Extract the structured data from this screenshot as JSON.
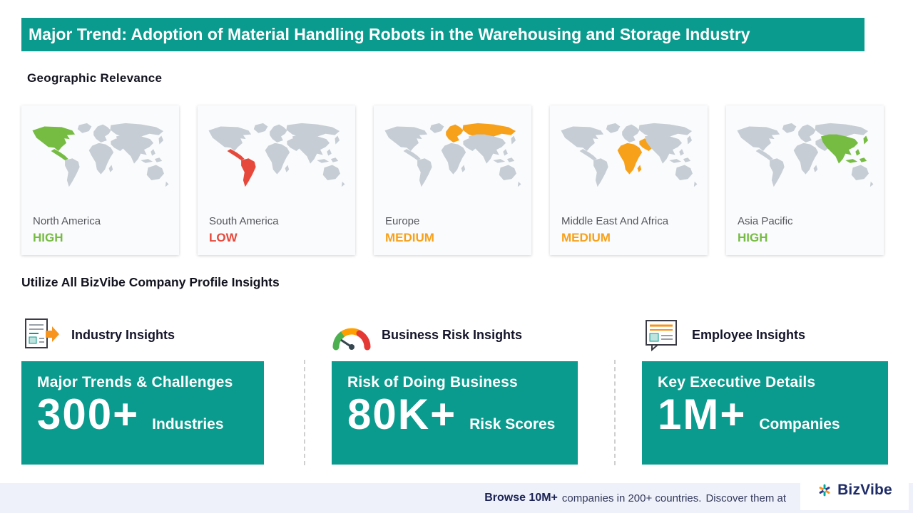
{
  "banner": {
    "title": "Major Trend: Adoption of Material Handling Robots in the Warehousing and Storage Industry"
  },
  "geographic": {
    "heading": "Geographic Relevance",
    "regions": [
      {
        "name": "North America",
        "level": "HIGH",
        "color": "#76bc43",
        "highlight": [
          "northamerica",
          "centralamerica"
        ]
      },
      {
        "name": "South America",
        "level": "LOW",
        "color": "#e6493c",
        "highlight": [
          "centralamerica",
          "southamerica"
        ]
      },
      {
        "name": "Europe",
        "level": "MEDIUM",
        "color": "#f7a11b",
        "highlight": [
          "europe",
          "russia"
        ]
      },
      {
        "name": "Middle East And Africa",
        "level": "MEDIUM",
        "color": "#f7a11b",
        "highlight": [
          "africa",
          "middleeast"
        ]
      },
      {
        "name": "Asia Pacific",
        "level": "HIGH",
        "color": "#76bc43",
        "highlight": [
          "asia",
          "islands",
          "japan"
        ]
      }
    ]
  },
  "insights": {
    "heading": "Utilize All BizVibe Company Profile Insights",
    "cards": [
      {
        "title": "Industry Insights",
        "icon": "industry-documents-icon",
        "card_title": "Major Trends & Challenges",
        "stat": "300+",
        "stat_label": "Industries"
      },
      {
        "title": "Business Risk Insights",
        "icon": "risk-gauge-icon",
        "card_title": "Risk of Doing Business",
        "stat": "80K+",
        "stat_label": "Risk Scores"
      },
      {
        "title": "Employee Insights",
        "icon": "employee-report-icon",
        "card_title": "Key Executive Details",
        "stat": "1M+",
        "stat_label": "Companies"
      }
    ]
  },
  "footer": {
    "browse_bold": "Browse 10M+",
    "browse_rest": "companies in 200+ countries.",
    "discover": "Discover them at",
    "brand": "BizVibe"
  },
  "colors": {
    "teal": "#0a9b8e",
    "high_green": "#76bc43",
    "low_red": "#e6493c",
    "medium_orange": "#f7a11b",
    "map_gray": "#c6cdd5",
    "navy": "#1d2b67",
    "footer_bg": "#eef1f9"
  }
}
